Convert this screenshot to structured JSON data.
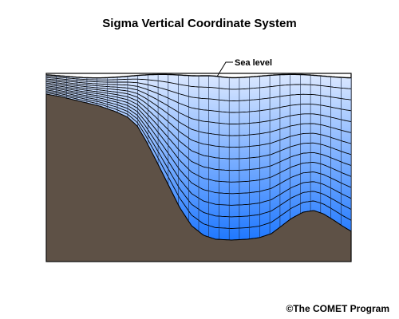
{
  "title": "Sigma Vertical Coordinate System",
  "sea_level_label": "Sea level",
  "credit": "©The COMET Program",
  "colors": {
    "land": "#5e5146",
    "water_top": "#d8e6ff",
    "water_bottom": "#1f78ff",
    "grid": "#000000"
  },
  "sigma_levels": 14,
  "grid_columns": 30
}
